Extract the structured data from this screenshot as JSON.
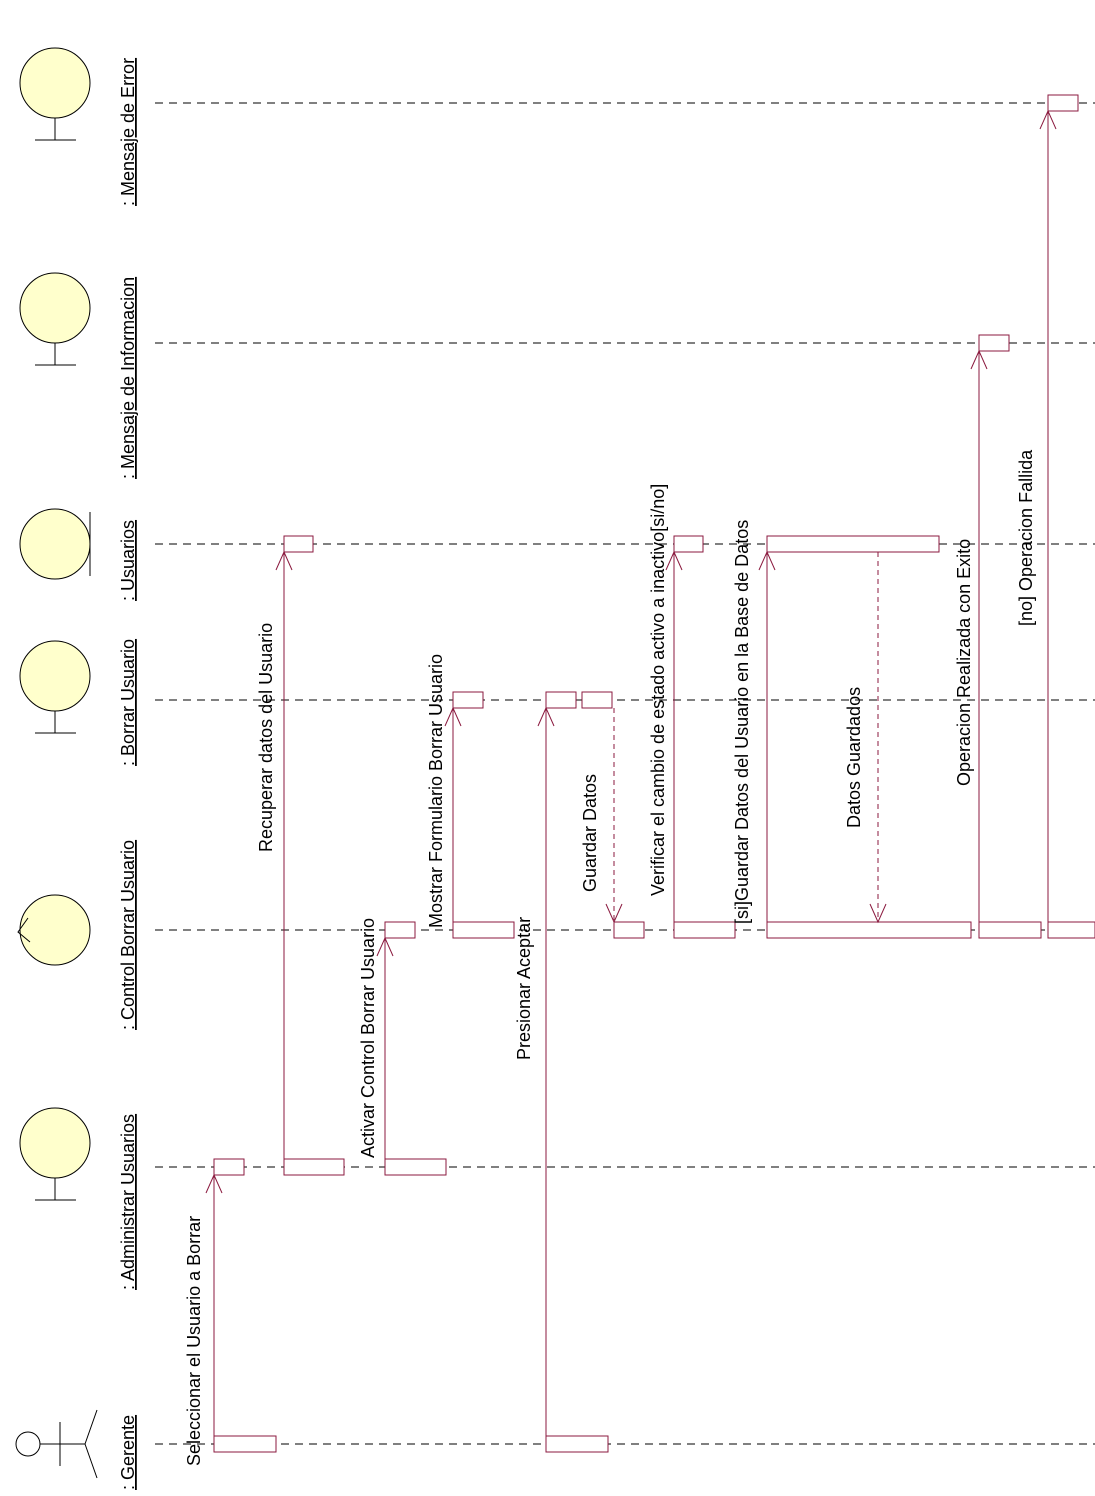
{
  "objects": [
    {
      "id": "gerente",
      "label": ": Gerente",
      "kind": "actor",
      "icon": "actor-icon"
    },
    {
      "id": "administrar",
      "label": ": Administrar Usuarios",
      "kind": "boundary",
      "icon": "boundary-icon"
    },
    {
      "id": "control",
      "label": ": Control Borrar Usuario",
      "kind": "control",
      "icon": "control-icon"
    },
    {
      "id": "borrar",
      "label": ": Borrar Usuario",
      "kind": "boundary",
      "icon": "boundary-icon"
    },
    {
      "id": "usuarios",
      "label": ": Usuarios",
      "kind": "entity",
      "icon": "entity-icon"
    },
    {
      "id": "info",
      "label": ": Mensaje de Informacion",
      "kind": "boundary",
      "icon": "boundary-icon"
    },
    {
      "id": "error",
      "label": ": Mensaje de Error",
      "kind": "boundary",
      "icon": "boundary-icon"
    }
  ],
  "messages": [
    {
      "from": "gerente",
      "to": "administrar",
      "label": "Seleccionar el Usuario a Borrar",
      "type": "call"
    },
    {
      "from": "administrar",
      "to": "usuarios",
      "label": "Recuperar datos del  Usuario",
      "type": "call"
    },
    {
      "from": "administrar",
      "to": "control",
      "label": "Activar Control Borrar Usuario",
      "type": "call"
    },
    {
      "from": "control",
      "to": "borrar",
      "label": "Mostrar Formulario Borrar Usuario",
      "type": "call"
    },
    {
      "from": "gerente",
      "to": "borrar",
      "label": "Presionar Aceptar",
      "type": "call"
    },
    {
      "from": "borrar",
      "to": "control",
      "label": "Guardar Datos",
      "type": "return"
    },
    {
      "from": "control",
      "to": "usuarios",
      "label": "Verificar el cambio de estado activo a inactivo[si/no]",
      "type": "call"
    },
    {
      "from": "control",
      "to": "usuarios",
      "label": "[si]Guardar Datos del Usuario en la Base de Datos",
      "type": "call"
    },
    {
      "from": "usuarios",
      "to": "control",
      "label": "Datos  Guardados",
      "type": "return"
    },
    {
      "from": "control",
      "to": "info",
      "label": "Operacion Realizada con Exito",
      "type": "call"
    },
    {
      "from": "control",
      "to": "error",
      "label": "[no] Operacion Fallida",
      "type": "call"
    }
  ],
  "colors": {
    "message": "#8b1a3f",
    "object_fill": "#ffffcc",
    "lifeline": "#000000"
  }
}
